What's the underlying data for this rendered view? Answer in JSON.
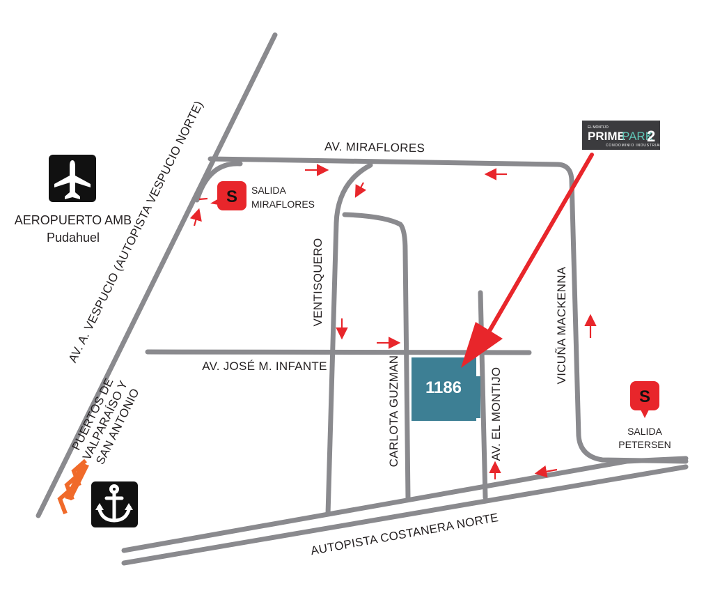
{
  "streets": {
    "av_miraflores": "AV. MIRAFLORES",
    "av_vespucio": "AV. A. VESPUCIO (AUTOPISTA VESPUCIO NORTE)",
    "ventisquero": "VENTISQUERO",
    "av_jose_m_infante": "AV. JOSÉ M. INFANTE",
    "carlota_guzman": "CARLOTA GUZMAN",
    "av_el_montijo": "AV. EL MONTIJO",
    "vicuna_mackenna": "VICUÑA MACKENNA",
    "autopista_costanera_norte": "AUTOPISTA COSTANERA NORTE"
  },
  "places": {
    "airport_line1": "AEROPUERTO AMB",
    "airport_line2": "Pudahuel",
    "ports_line1": "PUERTOS DE",
    "ports_line2": "VALPARAÍSO Y",
    "ports_line3": "SAN ANTONIO"
  },
  "exits": {
    "badge_letter": "S",
    "miraflores_line1": "SALIDA",
    "miraflores_line2": "MIRAFLORES",
    "petersen_line1": "SALIDA",
    "petersen_line2": "PETERSEN"
  },
  "destination": {
    "number": "1186",
    "color": "#3d7f94"
  },
  "logo": {
    "small_top": "EL MONTIJO",
    "brand_prime": "PRIME",
    "brand_park": "PARK",
    "brand_num": "2",
    "tagline": "CONDOMINIO INDUSTRIAL"
  },
  "colors": {
    "road": "#8a8a8e",
    "arrow": "#e8262b",
    "ports_chevron": "#f06a2a",
    "icon_bg": "#111111"
  },
  "icons": [
    "airplane-icon",
    "anchor-icon",
    "exit-badge-icon",
    "chevron-arrows-icon",
    "pointer-arrow-icon",
    "direction-arrow-icon"
  ]
}
